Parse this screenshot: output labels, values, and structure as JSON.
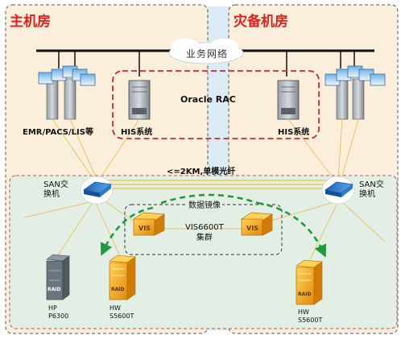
{
  "sites": {
    "primary": "主机房",
    "backup": "灾备机房"
  },
  "network": {
    "cloud_label": "业务网络"
  },
  "clusters": {
    "oracle_rac": "Oracle RAC",
    "vis_cluster_line1": "VIS6600T",
    "vis_cluster_line2": "集群"
  },
  "servers": {
    "emr_group": "EMR/PACS/LIS等",
    "his_primary": "HIS系统",
    "his_backup": "HIS系统"
  },
  "links": {
    "fiber": "<=2KM,单模光纤",
    "mirror": "数据镜像"
  },
  "san": {
    "left_line1": "SAN交",
    "left_line2": "换机",
    "right_line1": "SAN交",
    "right_line2": "换机"
  },
  "vis": {
    "left": "VIS",
    "right": "VIS"
  },
  "storage": {
    "hp_line1": "HP",
    "hp_line2": "P6300",
    "hw_left_line1": "HW",
    "hw_left_line2": "S5600T",
    "hw_right_line1": "HW",
    "hw_right_line2": "S5600T",
    "raid_label": "RAID"
  },
  "colors": {
    "site_fill": "#fbefdc",
    "san_fill": "#e3efe4",
    "middle_strip": "#dcecf7",
    "title_red": "#e0201c",
    "rac_border": "#d9232a",
    "mirror_green": "#1f9a3c",
    "fiber_yellow": "#e9cc5a",
    "storage_orange": "#f1a51e"
  }
}
